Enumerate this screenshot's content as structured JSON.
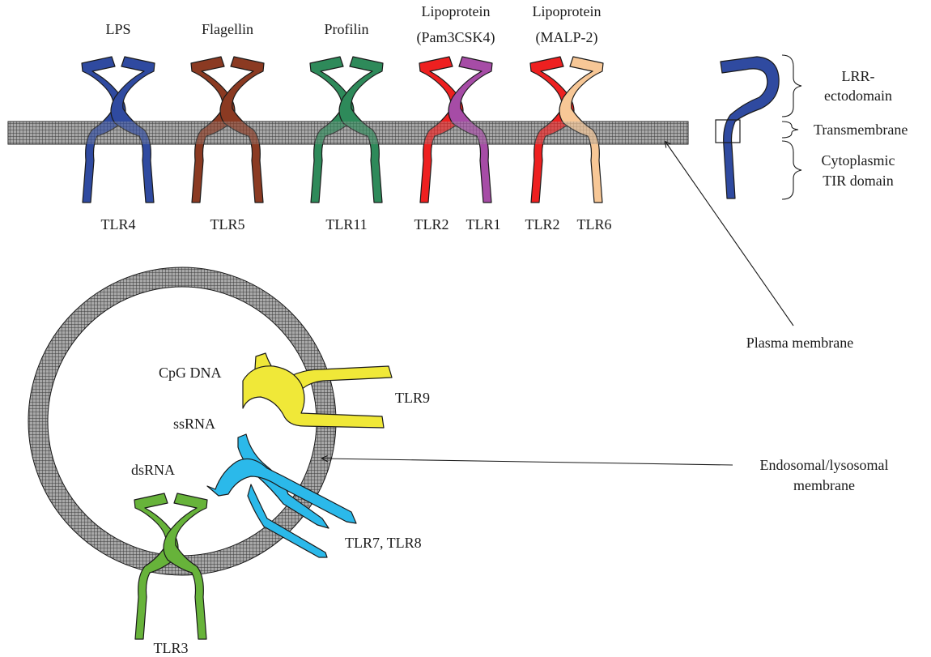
{
  "colors": {
    "tlr4": "#2f4aa0",
    "tlr5": "#8b3a22",
    "tlr11": "#2e8a5a",
    "tlr2": "#ee2020",
    "tlr1": "#a64ca6",
    "tlr6": "#f7c796",
    "tlr9": "#f0e838",
    "tlr7_8": "#2bb9ea",
    "tlr3": "#67b33a",
    "membrane_fill": "#8c8c8c",
    "membrane_grid": "#3a3a3a"
  },
  "ligands": {
    "lps": "LPS",
    "flagellin": "Flagellin",
    "profilin": "Profilin",
    "lipoprotein_1": "Lipoprotein",
    "pam3csk4": "(Pam3CSK4)",
    "lipoprotein_2": "Lipoprotein",
    "malp2": "(MALP-2)",
    "cpg": "CpG DNA",
    "ssrna": "ssRNA",
    "dsrna": "dsRNA"
  },
  "receptors": {
    "tlr4": "TLR4",
    "tlr5": "TLR5",
    "tlr11": "TLR11",
    "tlr2a": "TLR2",
    "tlr1": "TLR1",
    "tlr2b": "TLR2",
    "tlr6": "TLR6",
    "tlr9": "TLR9",
    "tlr7_8": "TLR7, TLR8",
    "tlr3": "TLR3"
  },
  "domains": {
    "lrr_1": "LRR-",
    "lrr_2": "ectodomain",
    "transmembrane": "Transmembrane",
    "cyto_1": "Cytoplasmic",
    "cyto_2": "TIR domain"
  },
  "membranes": {
    "plasma": "Plasma membrane",
    "endo_1": "Endosomal/lysosomal",
    "endo_2": "membrane"
  }
}
